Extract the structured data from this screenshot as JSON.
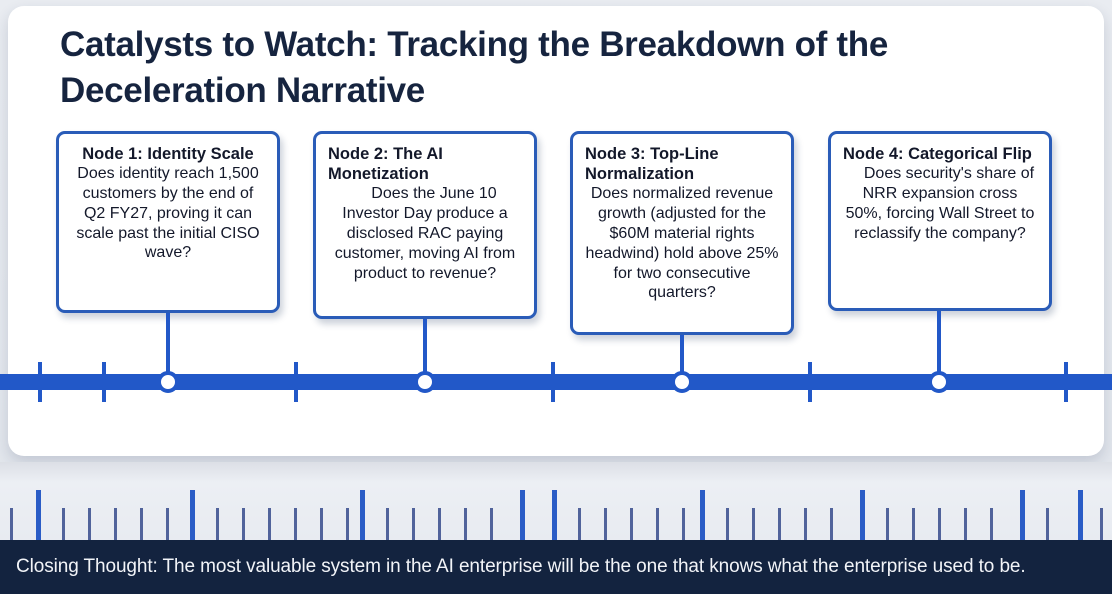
{
  "slide": {
    "title": "Catalysts to Watch: Tracking the Breakdown of the Deceleration Narrative",
    "colors": {
      "timeline_blue": "#2258c8",
      "card_border_blue": "#2a5cb8",
      "banner_navy": "#13233f",
      "title_navy": "#16243f",
      "page_background": "#e7eaf0"
    }
  },
  "nodes": [
    {
      "title": "Node 1: Identity Scale",
      "body": "Does identity reach 1,500 customers by the end of Q2 FY27, proving it can scale past the initial CISO wave?"
    },
    {
      "title": "Node 2: The AI Monetization",
      "body": "Does the June 10 Investor Day produce a disclosed RAC paying customer, moving AI from product to revenue?"
    },
    {
      "title": "Node 3: Top-Line Normalization",
      "body": "Does normalized revenue growth (adjusted for the $60M material rights headwind) hold above 25% for two consecutive quarters?"
    },
    {
      "title": "Node 4: Categorical Flip",
      "body": "Does security's share of NRR expansion cross 50%, forcing Wall Street to reclassify the company?"
    }
  ],
  "timeline": {
    "node_marker_positions": [
      168,
      425,
      682,
      939
    ],
    "axis_tick_positions": [
      40,
      104,
      296,
      553,
      810,
      1066
    ]
  },
  "ruler": {
    "major_tick_positions": [
      36,
      190,
      360,
      520,
      552,
      700,
      860,
      1020,
      1078
    ],
    "minor_tick_positions": [
      10,
      62,
      88,
      114,
      140,
      166,
      216,
      242,
      268,
      294,
      320,
      346,
      386,
      412,
      438,
      464,
      490,
      578,
      604,
      630,
      656,
      682,
      726,
      752,
      778,
      804,
      830,
      886,
      912,
      938,
      964,
      990,
      1046,
      1100
    ]
  },
  "banner": {
    "text": "Closing Thought: The most valuable system in the AI enterprise will be the one that knows what the enterprise used to be."
  }
}
